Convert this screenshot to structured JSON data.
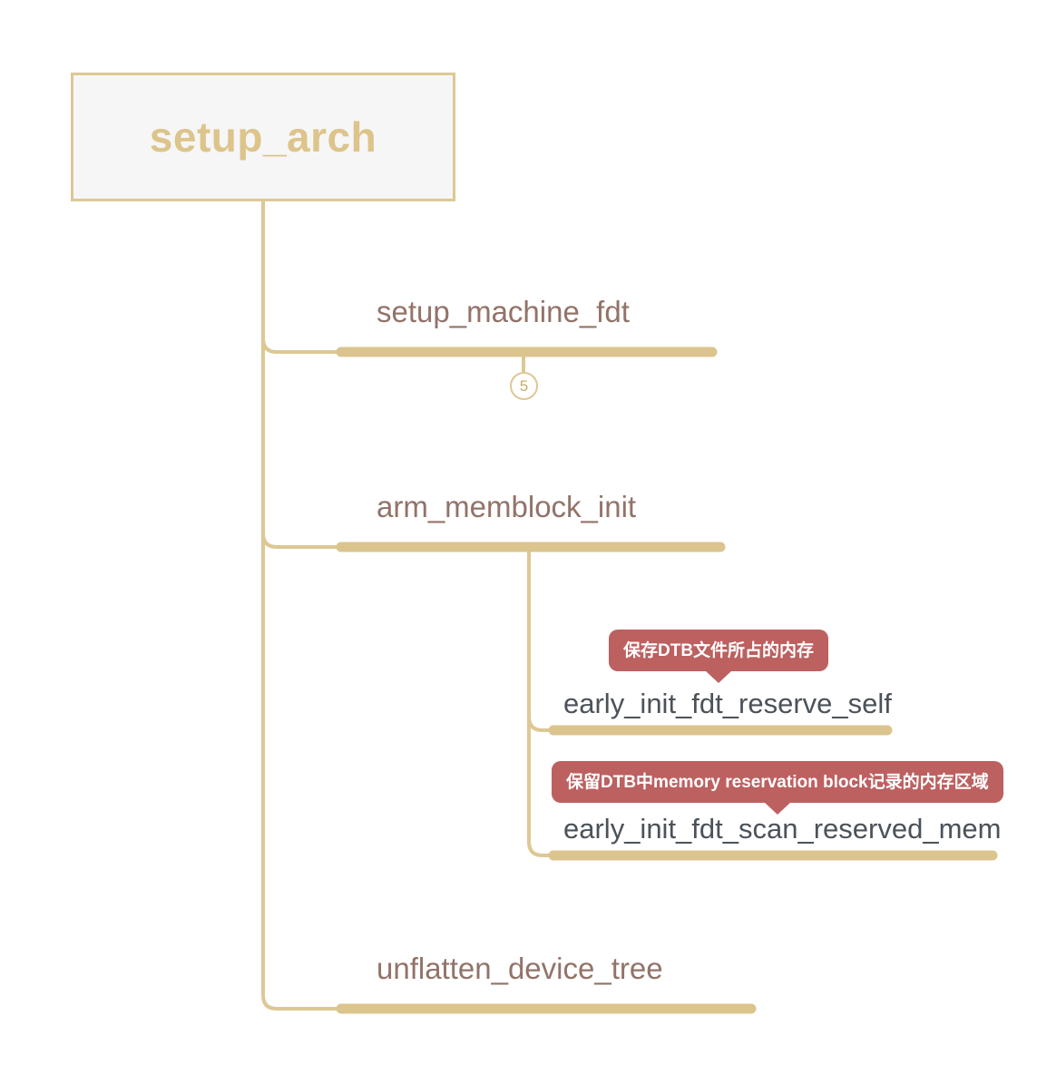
{
  "diagram": {
    "type": "mindmap",
    "title": "setup_arch call tree",
    "colors": {
      "branch_line": "#ddc894",
      "node_underline": "#dbc48e",
      "root_border": "#ddc894",
      "root_fill": "#f6f6f6",
      "root_text": "#ddc48b",
      "level2_text": "#927369",
      "level3_text": "#4b525a",
      "note_bubble": "#bd6060",
      "note_text": "#ffffff",
      "background": "#ffffff"
    },
    "root": {
      "label": "setup_arch"
    },
    "children": [
      {
        "label": "setup_machine_fdt",
        "collapsed_count": "5",
        "notes": [],
        "children": []
      },
      {
        "label": "arm_memblock_init",
        "collapsed_count": null,
        "notes": [],
        "children": [
          {
            "label": "early_init_fdt_reserve_self",
            "note": "保存DTB文件所占的内存"
          },
          {
            "label": "early_init_fdt_scan_reserved_mem",
            "note": "保留DTB中memory reservation block记录的内存区域"
          }
        ]
      },
      {
        "label": "unflatten_device_tree",
        "collapsed_count": null,
        "notes": [],
        "children": []
      }
    ]
  }
}
